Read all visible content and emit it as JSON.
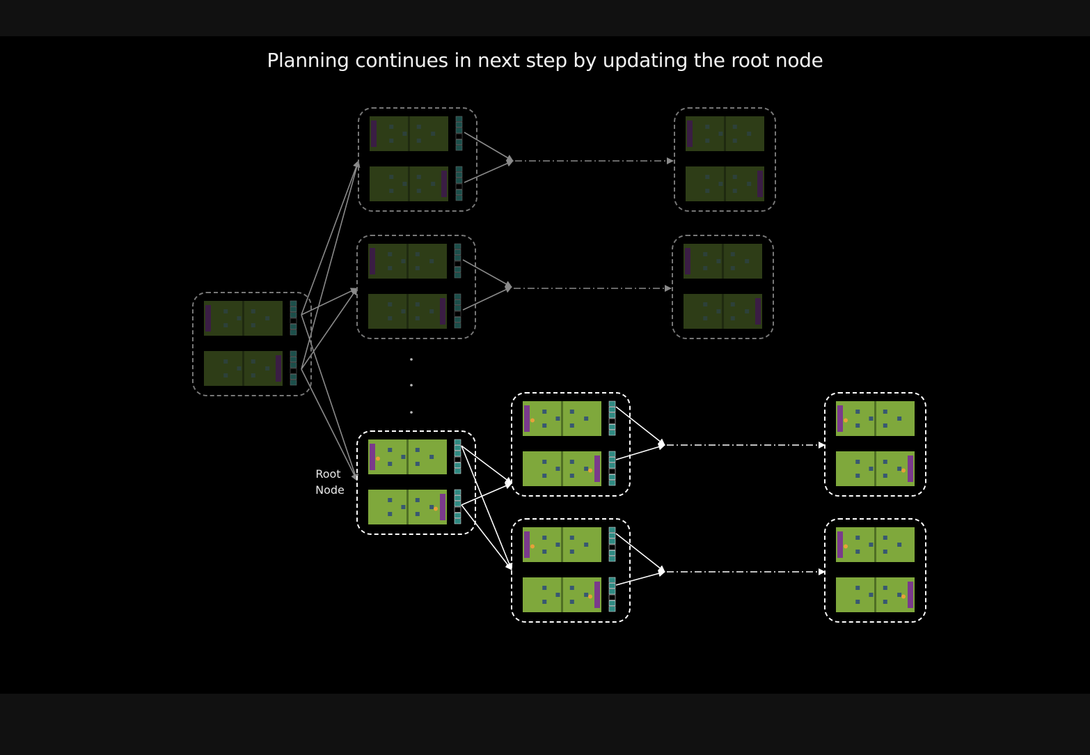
{
  "title": "Planning continues in next step by updating the root node",
  "root_label_line1": "Root",
  "root_label_line2": "Node",
  "colors": {
    "background": "#000000",
    "frame": "#111111",
    "active_outline": "#ffffff",
    "faded_outline": "#777777",
    "field_green": "#7fa83c",
    "field_green_faded": "#2e3d17",
    "tower_purple": "#7a3a8c",
    "action_bar_teal": "#2f8a82"
  },
  "nodes": [
    {
      "id": "old-root",
      "state": "faded",
      "kind": "node"
    },
    {
      "id": "branch-1",
      "state": "faded",
      "kind": "node"
    },
    {
      "id": "branch-1-leaf",
      "state": "faded",
      "kind": "leaf"
    },
    {
      "id": "branch-2",
      "state": "faded",
      "kind": "node"
    },
    {
      "id": "branch-2-leaf",
      "state": "faded",
      "kind": "leaf"
    },
    {
      "id": "new-root",
      "state": "active",
      "kind": "node"
    },
    {
      "id": "child-a",
      "state": "active",
      "kind": "node"
    },
    {
      "id": "child-a-leaf",
      "state": "active",
      "kind": "leaf"
    },
    {
      "id": "child-b",
      "state": "active",
      "kind": "node"
    },
    {
      "id": "child-b-leaf",
      "state": "active",
      "kind": "leaf"
    }
  ]
}
